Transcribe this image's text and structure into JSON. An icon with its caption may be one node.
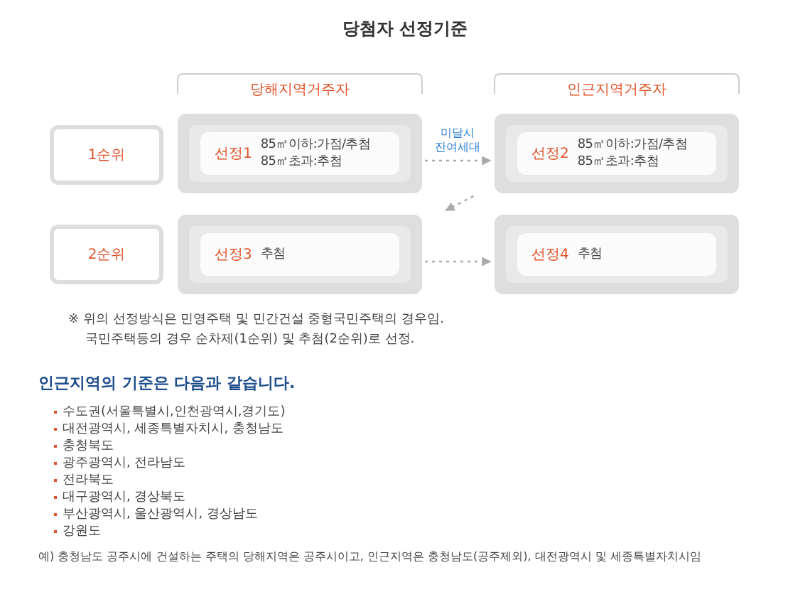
{
  "diagram": {
    "title": "당첨자 선정기준",
    "nodes": [
      {
        "text": [
          "1순위"
        ]
      },
      {
        "text": [
          "선정1",
          "85㎡이하:가점/추첨 85㎡초과:추첨"
        ]
      },
      {
        "text": [
          "선정2",
          "85㎡이하:가점/추첨 85㎡초과:추첨"
        ]
      },
      {
        "text": [
          "2순위"
        ]
      },
      {
        "text": [
          "선정3",
          "추첨"
        ]
      },
      {
        "text": [
          "선정4",
          "추첨"
        ]
      }
    ],
    "edges": [
      {
        "from": 1,
        "to": 2,
        "arrow": "to",
        "label": "미달시 잔여세대",
        "style": "dashed"
      },
      {
        "from": 2,
        "to": 4,
        "arrow": "to",
        "style": "dashed"
      },
      {
        "from": 4,
        "to": 5,
        "arrow": "to",
        "style": "dashed"
      }
    ],
    "labels": [
      "당해지역거주자",
      "인근지역거주자",
      "※ 위의 선정방식은 민영주택 및 민간건설 중형국민주택의 경우임. 국민주택등의 경우 순차제(1순위) 및 추첨(2순위)로 선정.",
      "인근지역의 기준은 다음과 같습니다.",
      "수도권(서울특별시,인천광역시,경기도)",
      "대전광역시, 세종특별자치시, 충청남도",
      "충청북도",
      "광주광역시, 전라남도",
      "전라북도",
      "대구광역시, 경상북도",
      "부산광역시, 울산광역시, 경상남도",
      "강원도",
      "예) 충청남도 공주시에 건설하는 주택의 당해지역은 공주시이고, 인근지역은 충청남도(공주제외), 대전광역시 및 세종특별자치시임"
    ]
  }
}
